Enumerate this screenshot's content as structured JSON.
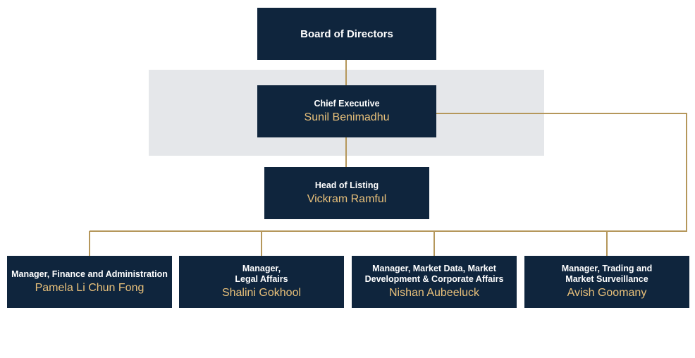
{
  "colors": {
    "box_fill": "#0f253d",
    "name_text": "#e8c07a",
    "connector": "#b5975b",
    "highlight": "#e5e7ea"
  },
  "board": {
    "title": "Board of Directors"
  },
  "chief": {
    "role": "Chief Executive",
    "name": "Sunil Benimadhu"
  },
  "head_listing": {
    "role": "Head of Listing",
    "name": "Vickram Ramful"
  },
  "managers": [
    {
      "role": "Manager, Finance and Administration",
      "name": "Pamela Li Chun Fong"
    },
    {
      "role": "Manager,\nLegal Affairs",
      "name": "Shalini Gokhool"
    },
    {
      "role": "Manager, Market Data, Market\nDevelopment & Corporate Affairs",
      "name": "Nishan Aubeeluck"
    },
    {
      "role": "Manager, Trading and\nMarket Surveillance",
      "name": "Avish Goomany"
    }
  ]
}
